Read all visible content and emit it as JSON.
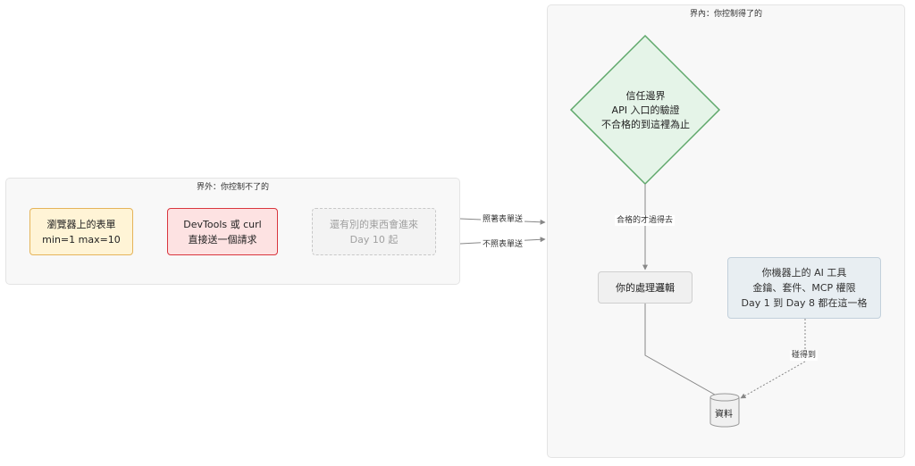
{
  "clusters": {
    "outside_title": "界外：你控制不了的",
    "inside_title": "界內：你控制得了的"
  },
  "nodes": {
    "browser_form": [
      "瀏覽器上的表單",
      "min=1 max=10"
    ],
    "devtools": [
      "DevTools 或 curl",
      "直接送一個請求"
    ],
    "others": [
      "還有別的東西會進來",
      "Day 10 起"
    ],
    "trust_boundary": [
      "信任邊界",
      "API 入口的驗證",
      "不合格的到這裡為止"
    ],
    "logic": "你的處理邏輯",
    "ai_tools": [
      "你機器上的 AI 工具",
      "金鑰、套件、MCP 權限",
      "Day 1 到 Day 8 都在這一格"
    ],
    "database": "資料"
  },
  "edges": {
    "follow_form": "照著表單送",
    "not_follow_form": "不照表單送",
    "passed": "合格的才過得去",
    "reaches": "碰得到"
  },
  "colors": {
    "yellow_fill": "#fff4d6",
    "red_border": "#d9363e",
    "diamond_fill": "#e5f4e8",
    "diamond_border": "#5fa86b",
    "blue_fill": "#e8eef2"
  }
}
